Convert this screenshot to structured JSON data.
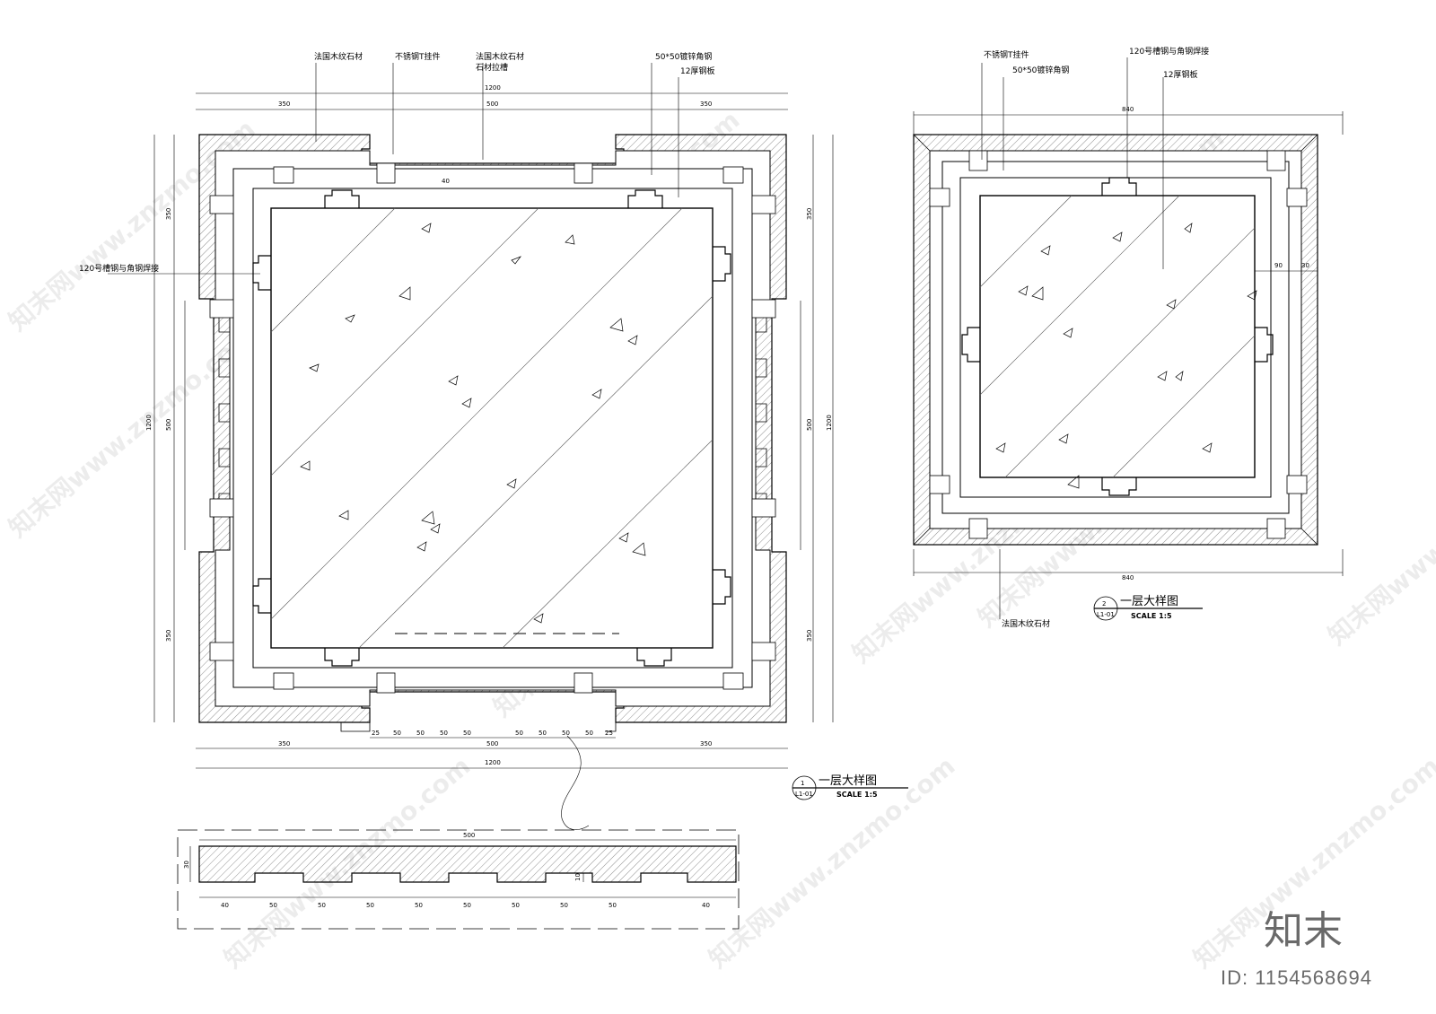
{
  "drawing1": {
    "labels": {
      "stone_top_left": "法国木纹石材",
      "steel_hanger": "不锈钢T挂件",
      "stone_groove_1": "法国木纹石材",
      "stone_groove_2": "石材拉槽",
      "angle_steel": "50*50镀锌角钢",
      "steel_plate": "12厚钢板",
      "channel_weld": "120号槽钢与角钢焊接"
    },
    "dims": {
      "top_total": "1200",
      "top_left": "350",
      "top_mid": "500",
      "top_right": "350",
      "top_inner": "40",
      "side_top": "350",
      "side_mid": "500",
      "side_bottom": "350",
      "side_total": "1200",
      "bottom_left": "350",
      "bottom_mid": "500",
      "bottom_right": "350",
      "bottom_total": "1200",
      "groove_edge": "25",
      "groove_step": "50"
    },
    "title": "一层大样图",
    "number": "1",
    "sheet": "L1-01",
    "scale": "SCALE 1:5"
  },
  "drawing2": {
    "labels": {
      "steel_hanger": "不锈钢T挂件",
      "channel_weld": "120号槽钢与角钢焊接",
      "angle_steel": "50*50镀锌角钢",
      "steel_plate": "12厚钢板",
      "stone_bottom": "法国木纹石材"
    },
    "dims": {
      "top_total": "840",
      "bottom_total": "840",
      "right_a": "90",
      "right_b": "30"
    },
    "title": "一层大样图",
    "number": "2",
    "sheet": "L1-01",
    "scale": "SCALE 1:5"
  },
  "profile_detail": {
    "dims": {
      "total": "500",
      "height": "30",
      "groove_depth": "10",
      "segments": [
        "40",
        "50",
        "50",
        "50",
        "50",
        "50",
        "50",
        "50",
        "50",
        "40"
      ]
    }
  },
  "watermark": {
    "text": "知末网www.znzmo.com",
    "logo": "知末",
    "id": "ID: 1154568694"
  }
}
